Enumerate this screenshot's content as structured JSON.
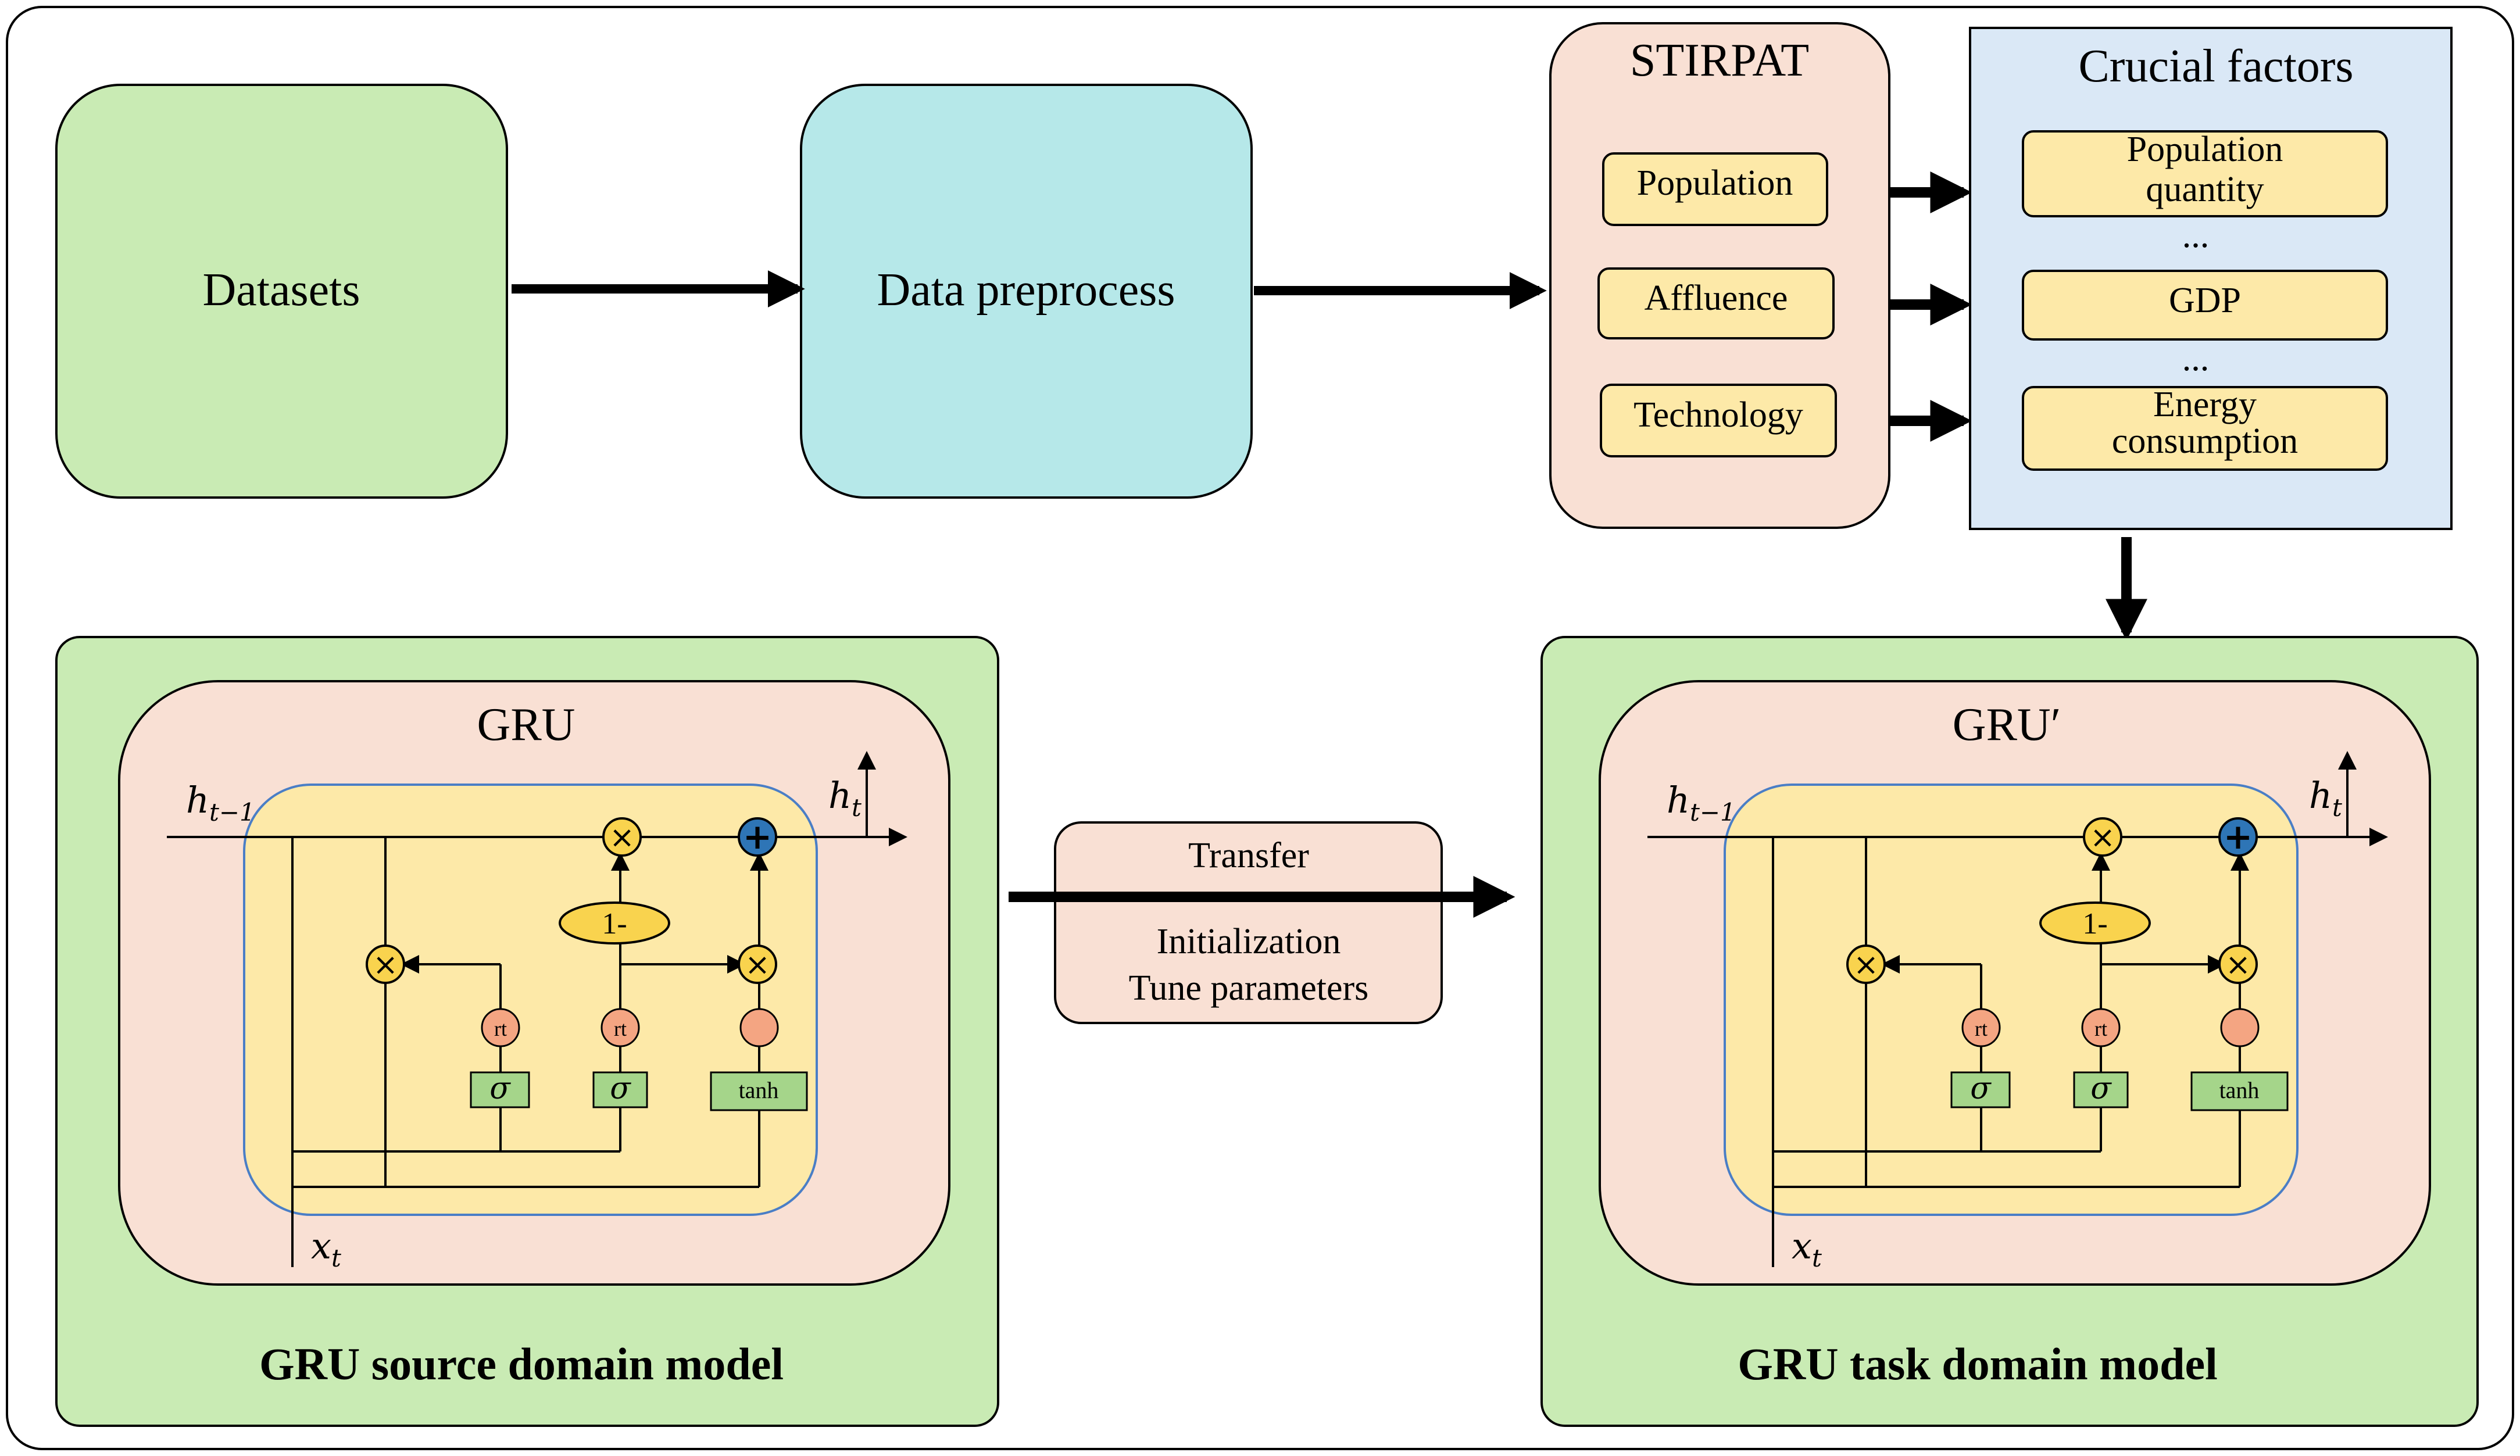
{
  "datasets": {
    "label": "Datasets"
  },
  "preprocess": {
    "label": "Data preprocess"
  },
  "stirpat": {
    "title": "STIRPAT",
    "items": [
      "Population",
      "Affluence",
      "Technology"
    ]
  },
  "crucial": {
    "title": "Crucial factors",
    "item1": [
      "Population",
      "quantity"
    ],
    "ellipsis": "...",
    "item2": "GDP",
    "item3": [
      "Energy",
      "consumption"
    ]
  },
  "transfer": {
    "title": "Transfer",
    "line1": "Initialization",
    "line2": "Tune parameters"
  },
  "source_model": {
    "caption": "GRU source domain model",
    "gru_title": "GRU"
  },
  "task_model": {
    "caption": "GRU task domain model",
    "gru_title": "GRU′"
  },
  "cell": {
    "h_prev": "h",
    "h_prev_sub": "t−1",
    "h_out": "h",
    "h_out_sub": "t",
    "x_in": "x",
    "x_in_sub": "t",
    "mult": "×",
    "plus": "+",
    "one_minus": "1-",
    "gate": "rt",
    "sigma": "σ",
    "tanh": "tanh"
  },
  "colors": {
    "green": "#c9ebb4",
    "cyan": "#b6e8e9",
    "peach": "#f9e0d4",
    "lightblue": "#dae8f6",
    "yellow": "#fde9a8",
    "gate_orange": "#f4a582",
    "gate_green": "#a5d58a",
    "mult_yellow": "#f9d34e",
    "plus_blue": "#2e75b6",
    "cell_border": "#4a7ec6"
  }
}
